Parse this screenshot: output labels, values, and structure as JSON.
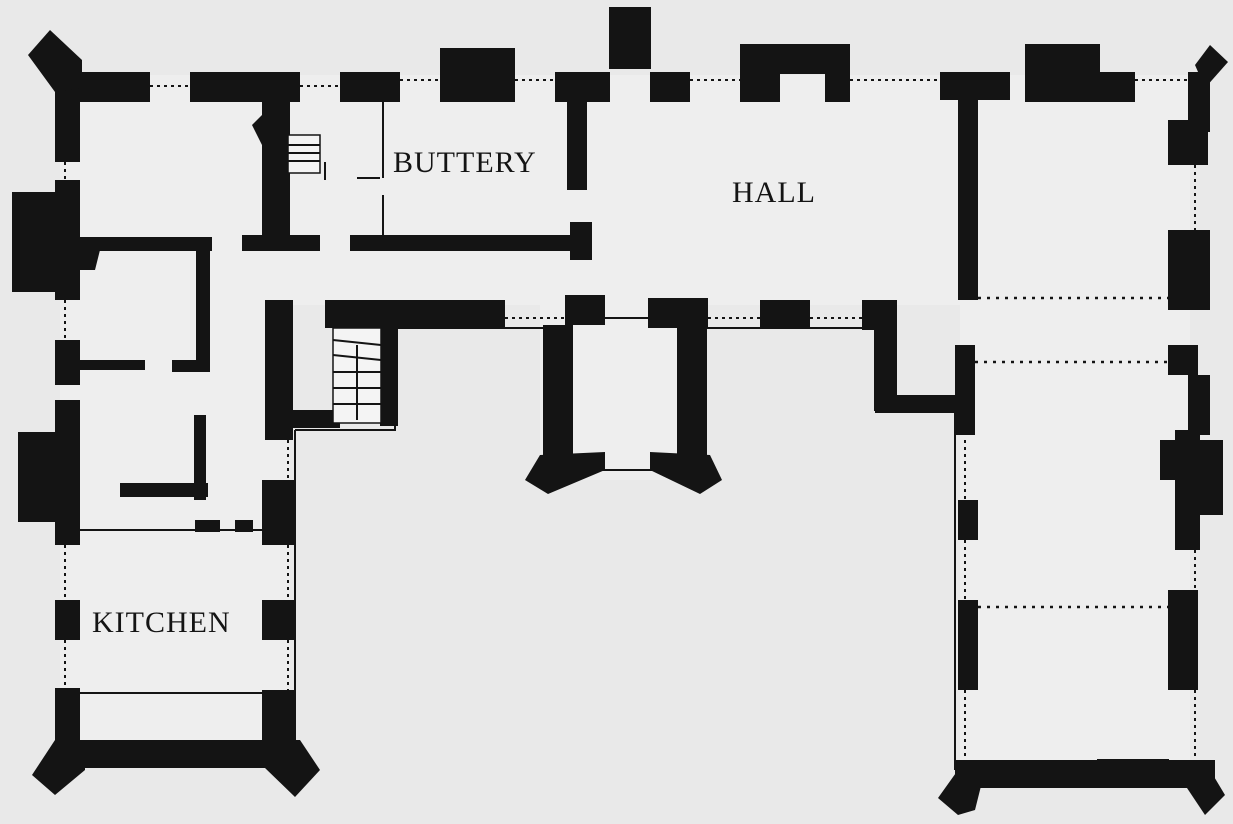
{
  "rooms": {
    "buttery": "BUTTERY",
    "hall": "HALL",
    "kitchen": "KITCHEN"
  },
  "colors": {
    "wall": "#141414",
    "paper": "#e9e9e9"
  }
}
